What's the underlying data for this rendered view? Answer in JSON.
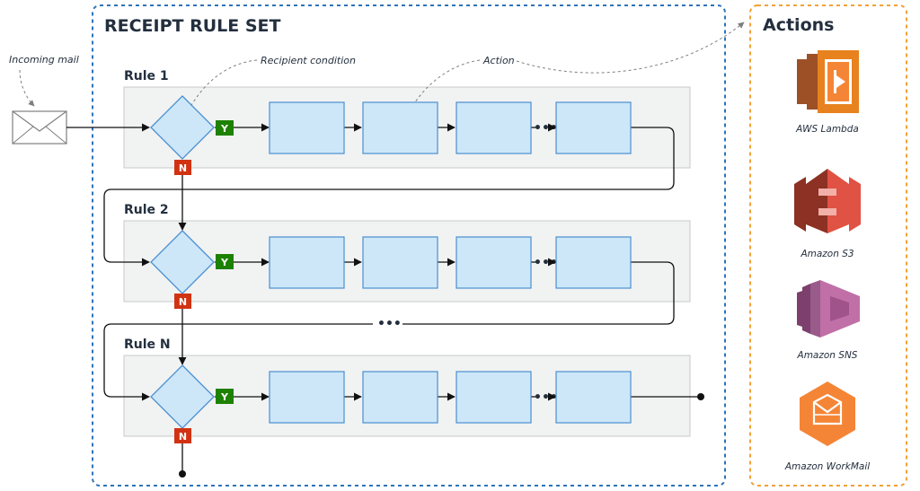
{
  "ruleset": {
    "title": "RECEIPT RULE SET",
    "border_color": "#2e73b8"
  },
  "actions_panel": {
    "title": "Actions",
    "border_color": "#f0a236"
  },
  "incoming_mail": {
    "label": "Incoming mail"
  },
  "annotations": {
    "recipient_condition": "Recipient condition",
    "action": "Action"
  },
  "rules": [
    {
      "label": "Rule 1"
    },
    {
      "label": "Rule 2"
    },
    {
      "label": "Rule N"
    }
  ],
  "badges": {
    "yes": "Y",
    "no": "N",
    "yes_color": "#1d8102",
    "no_color": "#d13212"
  },
  "ellipsis": "•••",
  "services": [
    {
      "name": "AWS Lambda",
      "icon": "lambda-icon",
      "color": "#e7821f"
    },
    {
      "name": "Amazon S3",
      "icon": "s3-icon",
      "color": "#e05243"
    },
    {
      "name": "Amazon SNS",
      "icon": "sns-icon",
      "color": "#c16fa7"
    },
    {
      "name": "Amazon WorkMail",
      "icon": "workmail-icon",
      "color": "#f58536"
    }
  ],
  "colors": {
    "action_box_fill": "#cde7f8",
    "action_box_stroke": "#4a90d0",
    "rule_band_fill": "#f1f2f2",
    "rule_band_stroke": "#c7c9c9"
  }
}
